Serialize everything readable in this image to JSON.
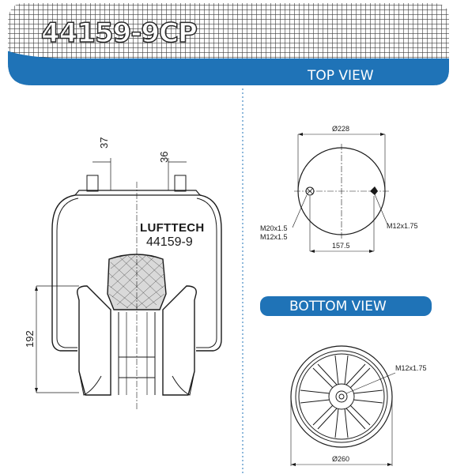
{
  "header": {
    "part_number": "44159-9CP",
    "accent_color": "#1f73b7"
  },
  "views": {
    "top_view_label": "TOP VIEW",
    "bottom_view_label": "BOTTOM VIEW"
  },
  "side_view": {
    "brand": "LUFTTECH",
    "model": "44159-9",
    "dim_left_stud": "37",
    "dim_right_stud": "36",
    "dim_height": "192"
  },
  "top_view": {
    "diameter": "Ø228",
    "thread_left_1": "M20x1.5",
    "thread_left_2": "M12x1.5",
    "thread_right": "M12x1.75",
    "stud_spacing": "157.5"
  },
  "bottom_view": {
    "thread": "M12x1.75",
    "diameter": "Ø260"
  }
}
